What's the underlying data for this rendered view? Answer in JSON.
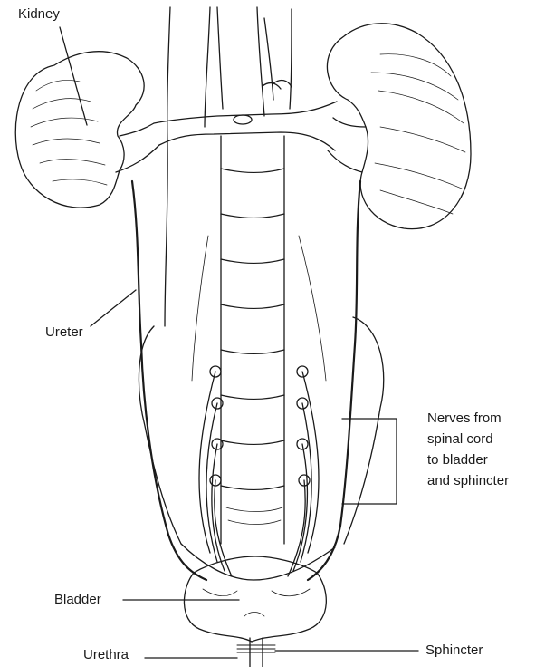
{
  "labels": {
    "kidney": "Kidney",
    "ureter": "Ureter",
    "nerves": [
      "Nerves from",
      "spinal cord",
      "to bladder",
      "and sphincter"
    ],
    "bladder": "Bladder",
    "urethra": "Urethra",
    "sphincter": "Sphincter"
  }
}
